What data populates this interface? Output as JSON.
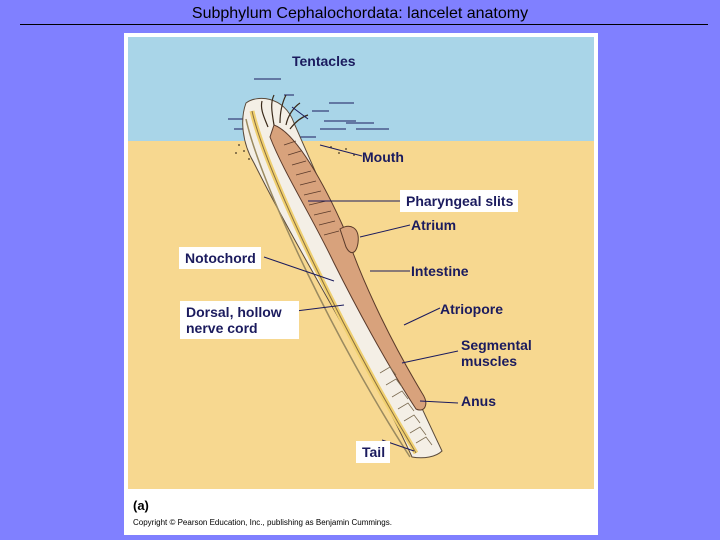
{
  "slide": {
    "title": "Subphylum Cephalochordata: lancelet anatomy"
  },
  "figure": {
    "panel_letter": "(a)",
    "copyright": "Copyright © Pearson Education, Inc., publishing as Benjamin Cummings.",
    "colors": {
      "background": "#8080ff",
      "water": "#a9d5e8",
      "sand": "#f7d890",
      "body": "#d8a27c",
      "label_text": "#1b1b5e"
    },
    "labels": {
      "tentacles": "Tentacles",
      "mouth": "Mouth",
      "pharyngeal_slits": "Pharyngeal slits",
      "atrium": "Atrium",
      "notochord": "Notochord",
      "intestine": "Intestine",
      "dorsal_nerve_cord": "Dorsal, hollow nerve cord",
      "atriopore": "Atriopore",
      "segmental_muscles": "Segmental muscles",
      "anus": "Anus",
      "tail": "Tail"
    }
  }
}
